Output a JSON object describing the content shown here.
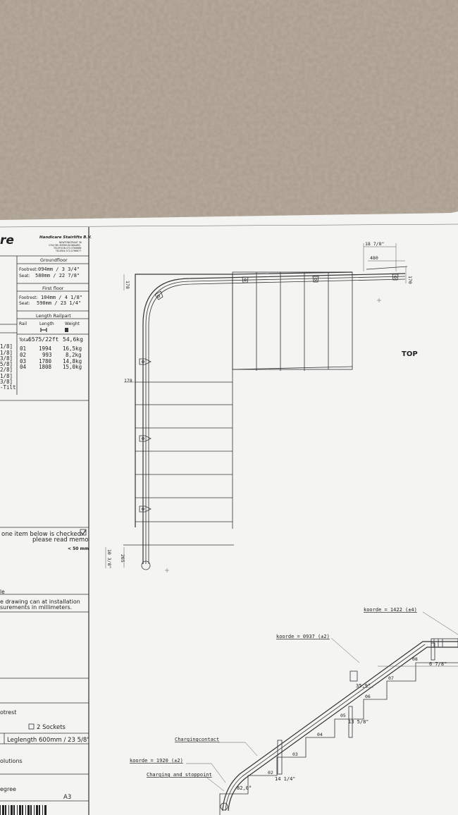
{
  "header": {
    "brand_fragment": "re",
    "company": "Handicare Stairlifts B.V.",
    "address": [
      "NEWTONSTRAAT 36",
      "1704 SB HEERHUGOWAARD",
      "TELEFOON 072-5766666",
      "TELEFAX 072-5766677"
    ]
  },
  "groundfloor": {
    "title": "Groundfloor",
    "footrest_label": "Footrest:",
    "footrest_value": "094mm / 3 3/4\"",
    "seat_label": "Seat:",
    "seat_value": "580mm / 22 7/8\""
  },
  "firstfloor": {
    "title": "First floor",
    "footrest_label": "Footrest:",
    "footrest_value": "104mm / 4 1/8\"",
    "seat_label": "Seat:",
    "seat_value": "590mm / 23 1/4\""
  },
  "railpart": {
    "title": "Length Railpart",
    "headers": [
      "Rail",
      "Length",
      "Weight"
    ],
    "total_label": "Total",
    "total_length": "6575/22ft",
    "total_weight": "54,6kg",
    "rows": [
      {
        "rail": "01",
        "length": "1994",
        "weight": "16,5kg"
      },
      {
        "rail": "02",
        "length": "993",
        "weight": "8,2kg"
      },
      {
        "rail": "03",
        "length": "1780",
        "weight": "14,8kg"
      },
      {
        "rail": "04",
        "length": "1808",
        "weight": "15,0kg"
      }
    ]
  },
  "left_fragments": [
    "1/8]",
    "1/8]",
    "3/8]",
    "5/8]",
    "2/8]",
    "1/8]",
    "3/8]",
    "-Tilt"
  ],
  "notes": {
    "checked_line": "one item below is checked",
    "memo_line": "please read memo",
    "lt50": "< 50 mm",
    "le_fragment": "le",
    "install_line1": "e drawing can at installation",
    "install_line2": "surements in millimeters.",
    "otrest": "otrest",
    "sockets": "2 Sockets",
    "leglength": "Leglength 600mm / 23 5/8\"",
    "olutions": "olutions",
    "egree": "egree",
    "sheet_size": "A3"
  },
  "plan": {
    "top_label": "TOP",
    "dim_18": "18 7/8\"",
    "dim_480": "480",
    "dim_170_right": "170",
    "dim_178_top": "178",
    "dim_178_left": "178",
    "dim_bottom_left": "10 3/8\"",
    "dim_265": "265"
  },
  "side": {
    "koorde_1422": "koorde = 1422 (±4)",
    "koorde_0937": "koorde = 0937 (±2)",
    "koorde_1920": "koorde = 1920 (±2)",
    "charging_contact": "Chargingcontact",
    "charging_stop": "Charging and stoppoint",
    "step_labels": [
      "02",
      "03",
      "04",
      "05",
      "06",
      "07",
      "08"
    ],
    "dim_6_7_8": "6 7/8\"",
    "dim_35_9": "35,9°",
    "dim_13_5_8": "13 5/8\"",
    "dim_14_1_4": "14 1/4\"",
    "dim_82": "82,0°"
  }
}
